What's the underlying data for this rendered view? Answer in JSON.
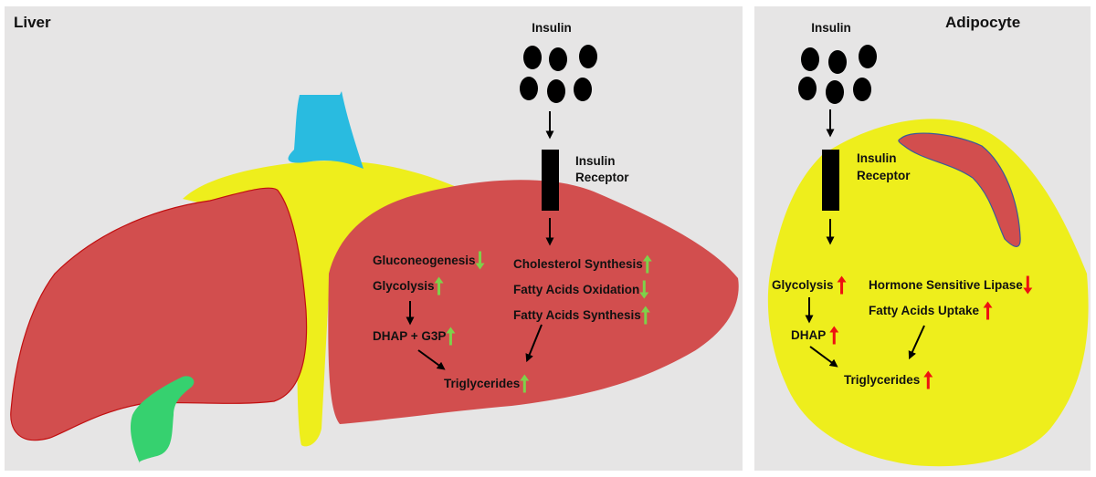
{
  "colors": {
    "panel_bg": "#e6e5e5",
    "liver_red": "#d24e4e",
    "liver_outline": "#c10f10",
    "bile_yellow": "#eeee1c",
    "vessel_blue": "#29bbe0",
    "gallbladder_green": "#36d16f",
    "up_liver": "#7ed14a",
    "up_adipocyte": "#ee1111",
    "nucleus_outline": "#3a5a9a",
    "black": "#000000"
  },
  "liver_panel": {
    "title": "Liver",
    "insulin_label": "Insulin",
    "receptor_label_line1": "Insulin",
    "receptor_label_line2": "Receptor",
    "pathways": [
      {
        "label": "Gluconeogenesis",
        "direction": "down"
      },
      {
        "label": "Glycolysis",
        "direction": "up"
      },
      {
        "label": "DHAP + G3P",
        "direction": "up"
      },
      {
        "label": "Triglycerides",
        "direction": "up"
      },
      {
        "label": "Cholesterol Synthesis",
        "direction": "up"
      },
      {
        "label": "Fatty Acids Oxidation",
        "direction": "down"
      },
      {
        "label": "Fatty Acids Synthesis",
        "direction": "up"
      }
    ]
  },
  "adipocyte_panel": {
    "title": "Adipocyte",
    "insulin_label": "Insulin",
    "receptor_label_line1": "Insulin",
    "receptor_label_line2": "Receptor",
    "pathways": [
      {
        "label": "Glycolysis",
        "direction": "up"
      },
      {
        "label": "DHAP",
        "direction": "up"
      },
      {
        "label": "Triglycerides",
        "direction": "up"
      },
      {
        "label": "Hormone Sensitive Lipase",
        "direction": "down"
      },
      {
        "label": "Fatty Acids Uptake",
        "direction": "up"
      }
    ]
  }
}
